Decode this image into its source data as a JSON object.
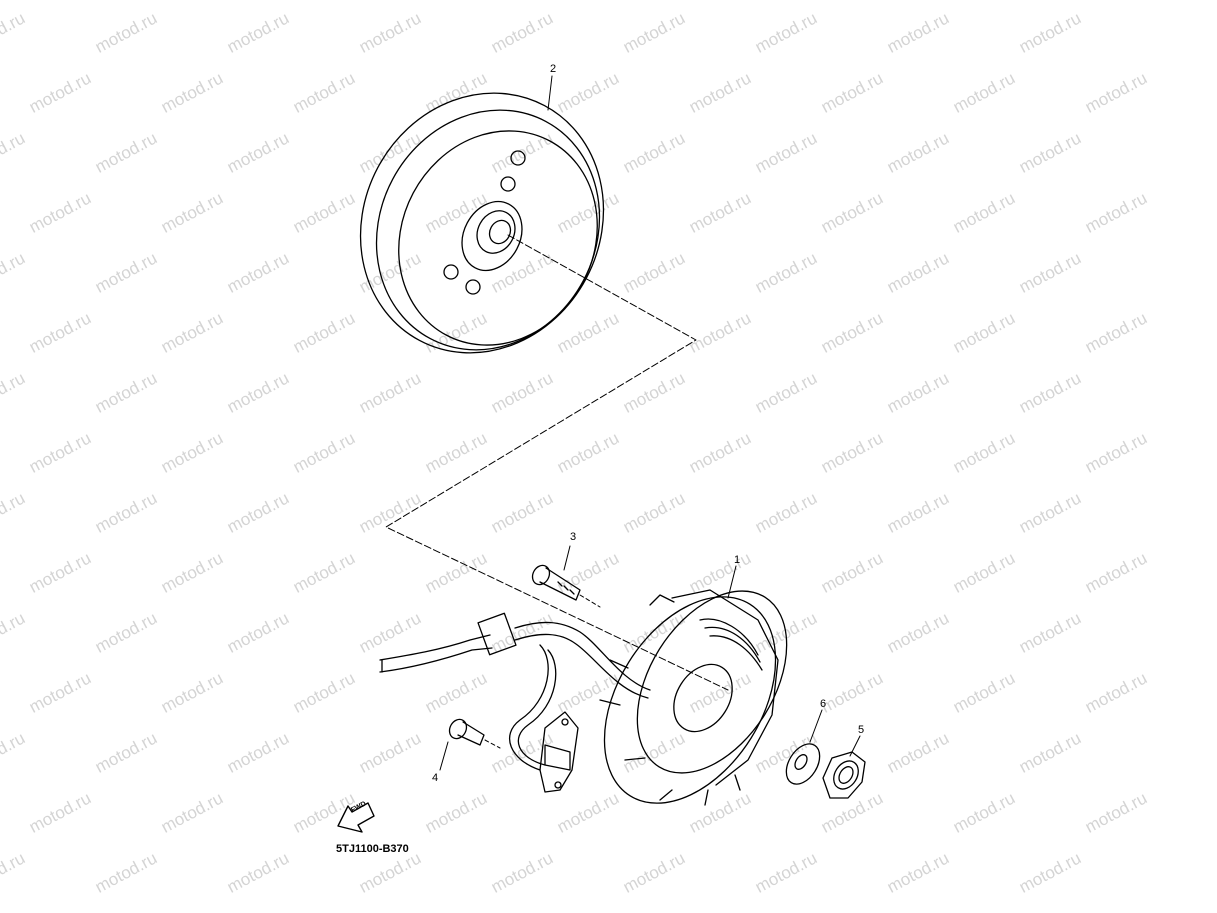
{
  "watermark": {
    "text": "motod.ru"
  },
  "diagram": {
    "code": "5TJ1100-B370",
    "fwd_label": "FWD"
  },
  "parts": [
    {
      "number": "1",
      "name": "stator"
    },
    {
      "number": "2",
      "name": "rotor"
    },
    {
      "number": "3",
      "name": "bolt"
    },
    {
      "number": "4",
      "name": "bolt"
    },
    {
      "number": "5",
      "name": "nut"
    },
    {
      "number": "6",
      "name": "washer"
    }
  ]
}
